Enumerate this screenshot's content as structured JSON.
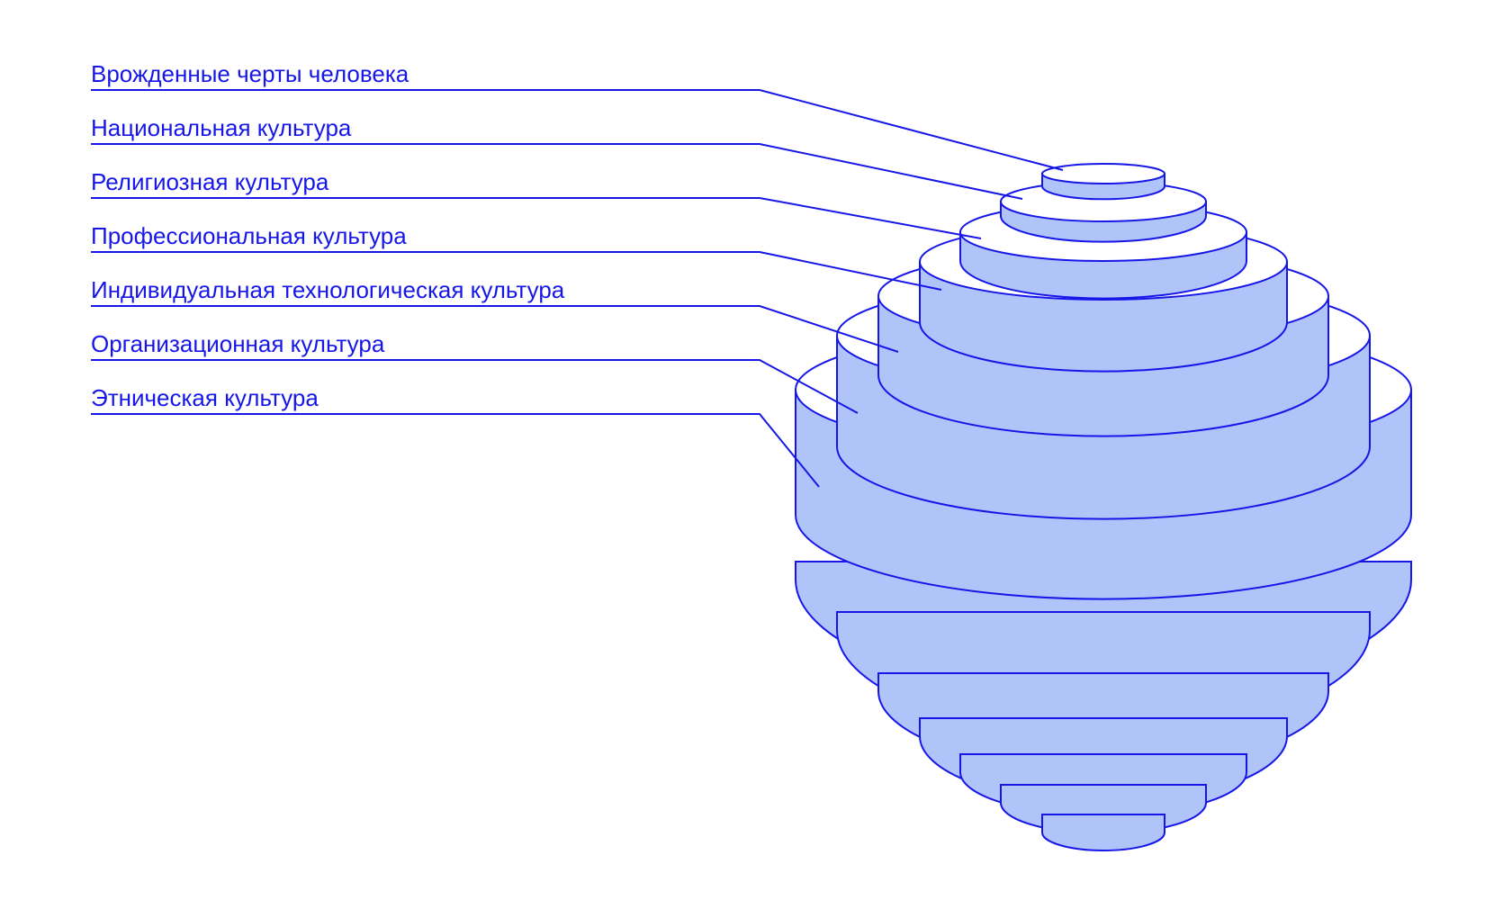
{
  "diagram": {
    "title": "",
    "colors": {
      "stroke": "#1616e8",
      "fill": "#b0c4fa",
      "top": "#ffffff",
      "text": "#1616e8"
    },
    "layers": [
      {
        "label": "Врожденные черты человека"
      },
      {
        "label": "Национальная культура"
      },
      {
        "label": "Религиозная культура"
      },
      {
        "label": "Профессиональная культура"
      },
      {
        "label": "Индивидуальная технологическая культура"
      },
      {
        "label": "Организационная культура"
      },
      {
        "label": "Этническая культура"
      }
    ]
  }
}
